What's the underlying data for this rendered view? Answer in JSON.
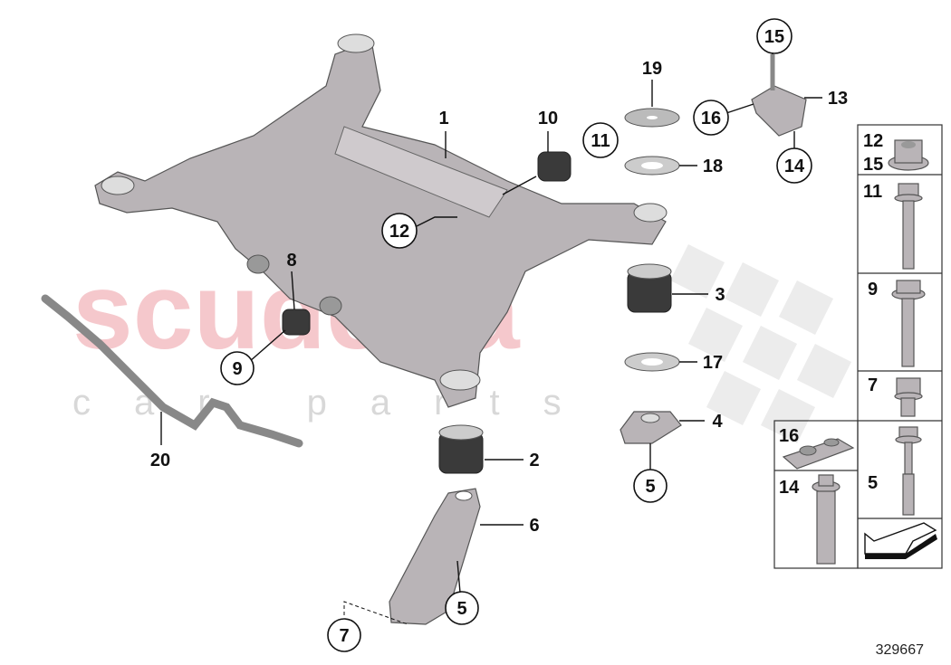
{
  "diagram_id": "329667",
  "watermark": {
    "main": "scuderia",
    "sub": "car parts"
  },
  "callouts": [
    {
      "id": "c1",
      "label": "1",
      "circled": false
    },
    {
      "id": "c2",
      "label": "2",
      "circled": false
    },
    {
      "id": "c3",
      "label": "3",
      "circled": false
    },
    {
      "id": "c4",
      "label": "4",
      "circled": false
    },
    {
      "id": "c5a",
      "label": "5",
      "circled": true
    },
    {
      "id": "c5b",
      "label": "5",
      "circled": true
    },
    {
      "id": "c6",
      "label": "6",
      "circled": false
    },
    {
      "id": "c7",
      "label": "7",
      "circled": true
    },
    {
      "id": "c8",
      "label": "8",
      "circled": false
    },
    {
      "id": "c9",
      "label": "9",
      "circled": true
    },
    {
      "id": "c10",
      "label": "10",
      "circled": false
    },
    {
      "id": "c11",
      "label": "11",
      "circled": true
    },
    {
      "id": "c12",
      "label": "12",
      "circled": true
    },
    {
      "id": "c13",
      "label": "13",
      "circled": false
    },
    {
      "id": "c14",
      "label": "14",
      "circled": true
    },
    {
      "id": "c15",
      "label": "15",
      "circled": true
    },
    {
      "id": "c16",
      "label": "16",
      "circled": true
    },
    {
      "id": "c17",
      "label": "17",
      "circled": false
    },
    {
      "id": "c18",
      "label": "18",
      "circled": false
    },
    {
      "id": "c19",
      "label": "19",
      "circled": false
    },
    {
      "id": "c20",
      "label": "20",
      "circled": false
    }
  ],
  "hardware_panel": [
    {
      "labels": [
        "12",
        "15"
      ],
      "part": "flange-nut"
    },
    {
      "labels": [
        "11"
      ],
      "part": "long-bolt"
    },
    {
      "labels": [
        "9"
      ],
      "part": "flange-bolt"
    },
    {
      "labels": [
        "7"
      ],
      "part": "short-bolt"
    },
    {
      "labels": [
        "5"
      ],
      "part": "stepped-bolt"
    },
    {
      "labels": [
        "16"
      ],
      "part": "nut-plate"
    },
    {
      "labels": [
        "14"
      ],
      "part": "torx-bolt"
    }
  ]
}
